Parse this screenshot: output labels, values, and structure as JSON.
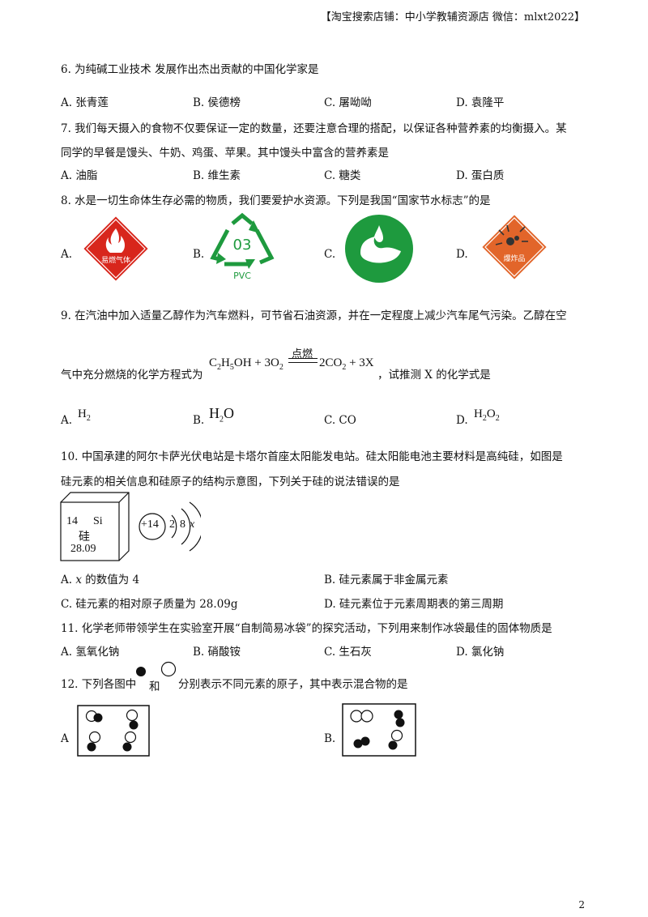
{
  "header": {
    "shop": "【淘宝搜索店铺：中小学教辅资源店  微信：mlxt2022】"
  },
  "page_number": "2",
  "q6": {
    "text": "6. 为纯碱工业技术   发展作出杰出贡献的中国化学家是",
    "options": [
      "A. 张青莲",
      "B. 侯德榜",
      "C. 屠呦呦",
      "D. 袁隆平"
    ]
  },
  "q7": {
    "line1": "7. 我们每天摄入的食物不仅要保证一定的数量，还要注意合理的搭配，以保证各种营养素的均衡摄入。某",
    "line2": "同学的早餐是馒头、牛奶、鸡蛋、苹果。其中馒头中富含的营养素是",
    "options": [
      "A. 油脂",
      "B. 维生素",
      "C. 糖类",
      "D. 蛋白质"
    ]
  },
  "q8": {
    "text": "8. 水是一切生命体生存必需的物质，我们要爱护水资源。下列是我国“国家节水标志”的是",
    "labels": [
      "A.",
      "B.",
      "C.",
      "D."
    ],
    "signA": "易燃气体",
    "signB_num": "03",
    "signB_text": "PVC",
    "signD": "爆炸品",
    "colors": {
      "red": "#d8261c",
      "green": "#1e9a3e",
      "orange": "#e2652a"
    }
  },
  "q9": {
    "line1": "9. 在汽油中加入适量乙醇作为汽车燃料，可节省石油资源，并在一定程度上减少汽车尾气污染。乙醇在空",
    "line2_pre": "气中充分燃烧的化学方程式为",
    "condition": "点燃",
    "line2_post": "，试推测 X 的化学式是",
    "options": [
      "A.",
      "B.",
      "C. CO",
      "D."
    ]
  },
  "q10": {
    "line1": "10. 中国承建的阿尔卡萨光伏电站是卡塔尔首座太阳能发电站。硅太阳能电池主要材料是高纯硅，如图是",
    "line2": "硅元素的相关信息和硅原子的结构示意图，下列关于硅的说法错误的是",
    "element": {
      "number": "14",
      "symbol": "Si",
      "name": "硅",
      "mass": "28.09"
    },
    "atom": {
      "nucleus": "+14",
      "shells": [
        "2",
        "8",
        "x"
      ]
    },
    "optA_pre": "A. ",
    "optA_var": "x",
    "optA_post": " 的数值为 4",
    "optB": "B. 硅元素属于非金属元素",
    "optC": "C. 硅元素的相对原子质量为 28.09g",
    "optD": "D. 硅元素位于元素周期表的第三周期"
  },
  "q11": {
    "text": "11. 化学老师带领学生在实验室开展“自制简易冰袋”的探究活动，下列用来制作冰袋最佳的固体物质是",
    "options": [
      "A. 氢氧化钠",
      "B. 硝酸铵",
      "C. 生石灰",
      "D. 氯化钠"
    ]
  },
  "q12": {
    "pre": "12. 下列各图中",
    "mid": "和",
    "post": "分别表示不同元素的原子，其中表示混合物的是",
    "labelA": "A",
    "labelB": "B."
  }
}
